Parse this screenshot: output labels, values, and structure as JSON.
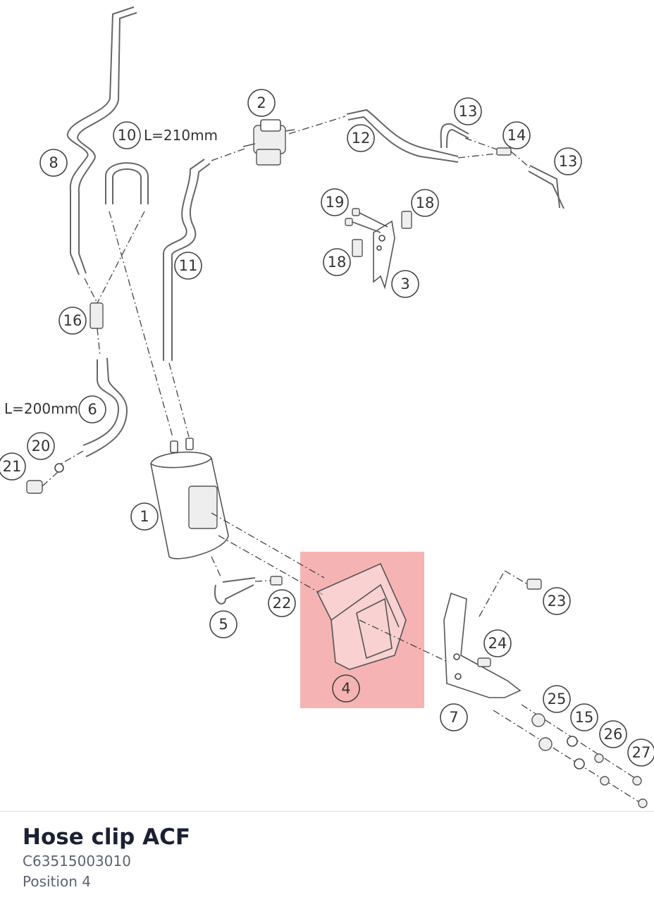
{
  "diagram": {
    "callouts": [
      "1",
      "2",
      "3",
      "4",
      "5",
      "6",
      "7",
      "8",
      "10",
      "11",
      "12",
      "13",
      "13",
      "14",
      "15",
      "16",
      "18",
      "18",
      "19",
      "20",
      "21",
      "22",
      "23",
      "24",
      "25",
      "26",
      "27"
    ],
    "length_labels": {
      "hose_10": "L=210mm",
      "hose_7": "L=200mm"
    },
    "highlight_color": "#f4a6a6"
  },
  "part": {
    "name": "Hose clip ACF",
    "number": "C63515003010",
    "position": "Position 4"
  }
}
